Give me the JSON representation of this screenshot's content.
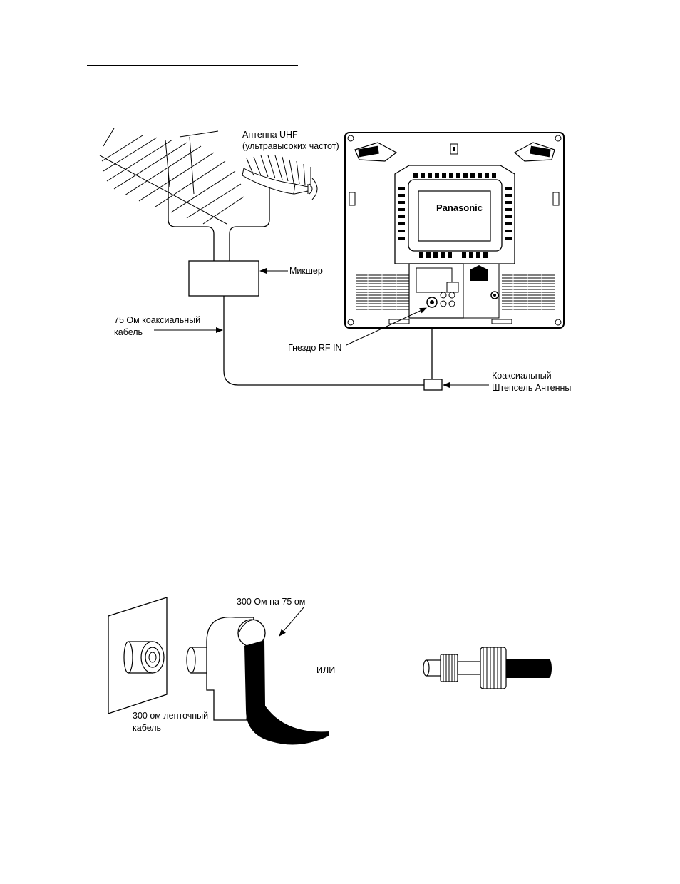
{
  "diagram_top": {
    "label_antenna_line1": "Антенна UHF",
    "label_antenna_line2": "(ультравысоких частот)",
    "label_mixer": "Микшер",
    "label_cable_line1": "75 Ом коаксиальный",
    "label_cable_line2": "кабель",
    "label_rf_in": "Гнездо RF IN",
    "label_plug_line1": "Коаксиальный",
    "label_plug_line2": "Штепсель  Антенны",
    "tv_brand": "Panasonic"
  },
  "diagram_bottom": {
    "label_adapter": "300 Ом на 75 ом",
    "label_or": "ИЛИ",
    "label_ribbon_line1": "300 ом ленточный",
    "label_ribbon_line2": "кабель"
  }
}
